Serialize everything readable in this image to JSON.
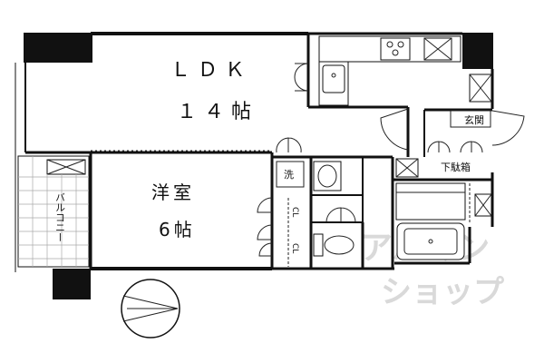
{
  "rooms": {
    "ldk_name": "ＬＤＫ",
    "ldk_size": "１４帖",
    "western_name": "洋室",
    "western_size": "6帖",
    "balcony": "バルコニー",
    "entrance": "玄関",
    "shoe_box": "下駄箱",
    "washer": "洗",
    "closet_a": "CL",
    "closet_b": "CL"
  },
  "watermark": {
    "line1": "アパマン",
    "line2": "ショップ"
  },
  "compass": {
    "icon": "north-arrow-icon"
  }
}
